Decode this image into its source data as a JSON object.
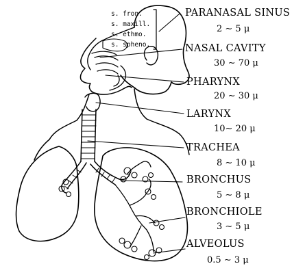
{
  "sinus_types": [
    "s. fron.",
    "s. maxill.",
    "s. ethmo.",
    "s. spheno."
  ],
  "regions": [
    {
      "name": "PARANASAL SINUS",
      "range": "2 ∼ 5 μ"
    },
    {
      "name": "NASAL CAVITY",
      "range": "30 ∼ 70 μ"
    },
    {
      "name": "PHARYNX",
      "range": "20 ∼ 30 μ"
    },
    {
      "name": "LARYNX",
      "range": "10∼ 20 μ"
    },
    {
      "name": "TRACHEA",
      "range": "8 ∼ 10 μ"
    },
    {
      "name": "BRONCHUS",
      "range": "5 ∼ 8 μ"
    },
    {
      "name": "BRONCHIOLE",
      "range": "3 ∼ 5 μ"
    },
    {
      "name": "ALVEOLUS",
      "range": "0.5 ∼ 3 μ"
    }
  ]
}
